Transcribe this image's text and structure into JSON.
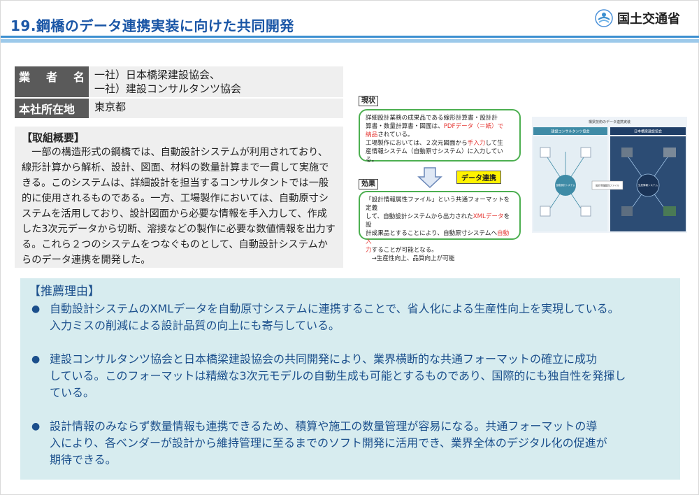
{
  "header": {
    "title": "19.鋼橋のデータ連携実装に向けた共同開発",
    "ministry": "国土交通省"
  },
  "info": {
    "company_label": [
      "業",
      "者",
      "名"
    ],
    "company_lines": [
      "一社）日本橋梁建設協会、",
      "一社）建設コンサルタンツ協会"
    ],
    "location_label": "本社所在地",
    "location": "東京都"
  },
  "overview": {
    "heading": "【取組概要】",
    "body": "一部の構造形式の鋼橋では、自動設計システムが利用されており、線形計算から解析、設計、図面、材料の数量計算まで一貫して実施できる。このシステムは、詳細設計を担当するコンサルタントでは一般的に使用されるものである。一方、工場製作においては、自動原寸システムを活用しており、設計図面から必要な情報を手入力して、作成した3次元データから切断、溶接などの製作に必要な数値情報を出力する。これら２つのシステムをつなぐものとして、自動設計システムからのデータ連携を開発した。"
  },
  "current": {
    "tag": "現状",
    "line1": "詳細設計業務の成果品である線形計算書・設計計",
    "line2a": "算書・数量計算書・図面は、",
    "line2b": "PDFデータ（＝紙）で",
    "line3": "納品",
    "line3b": "されている。",
    "line4a": "工場製作においては、２次元図面から",
    "line4b": "手入力",
    "line4c": "して生",
    "line5": "産情報システム（自動原寸システム）に入力している。"
  },
  "link_label": "データ連携",
  "effect": {
    "tag": "効果",
    "line1": "「設計情報属性ファイル」という共通フォーマットを定義",
    "line2a": "して、自動設計システムから出力された",
    "line2b": "XMLデータ",
    "line2c": "を設",
    "line3a": "計成果品とすることにより、自動原寸システムへ",
    "line3b": "自動入",
    "line4a": "力",
    "line4b": "することが可能となる。",
    "line5": "　→生産性向上、品質向上が可能"
  },
  "diagram": {
    "title": "橋梁技術のデータ連携実装",
    "left_header": "建設コンサルタンツ協会",
    "right_header": "日本橋梁建設協会",
    "left_center": "自動設計システム",
    "right_center": "生産情報システム",
    "mid_label": "設計情報属性ファイル"
  },
  "reasons": {
    "heading": "【推薦理由】",
    "items": [
      {
        "l1": "自動設計システムのXMLデータを自動原寸システムに連携することで、省人化による生産性向上を実現している。",
        "l2": "入力ミスの削減による設計品質の向上にも寄与している。"
      },
      {
        "l1": "建設コンサルタンツ協会と日本橋梁建設協会の共同開発により、業界横断的な共通フォーマットの確立に成功",
        "l2": "している。このフォーマットは精緻な3次元モデルの自動生成も可能とするものであり、国際的にも独自性を発揮し",
        "l3": "ている。"
      },
      {
        "l1": "設計情報のみならず数量情報も連携できるため、積算や施工の数量管理が容易になる。共通フォーマットの導",
        "l2": "入により、各ベンダーが設計から維持管理に至るまでのソフト開発に活用でき、業界全体のデジタル化の促進が",
        "l3": "期待できる。"
      }
    ]
  },
  "colors": {
    "title": "#1a56a6",
    "reasons_bg": "#d7ecef",
    "box_border": "#4caf50",
    "highlight": "#fff200"
  }
}
